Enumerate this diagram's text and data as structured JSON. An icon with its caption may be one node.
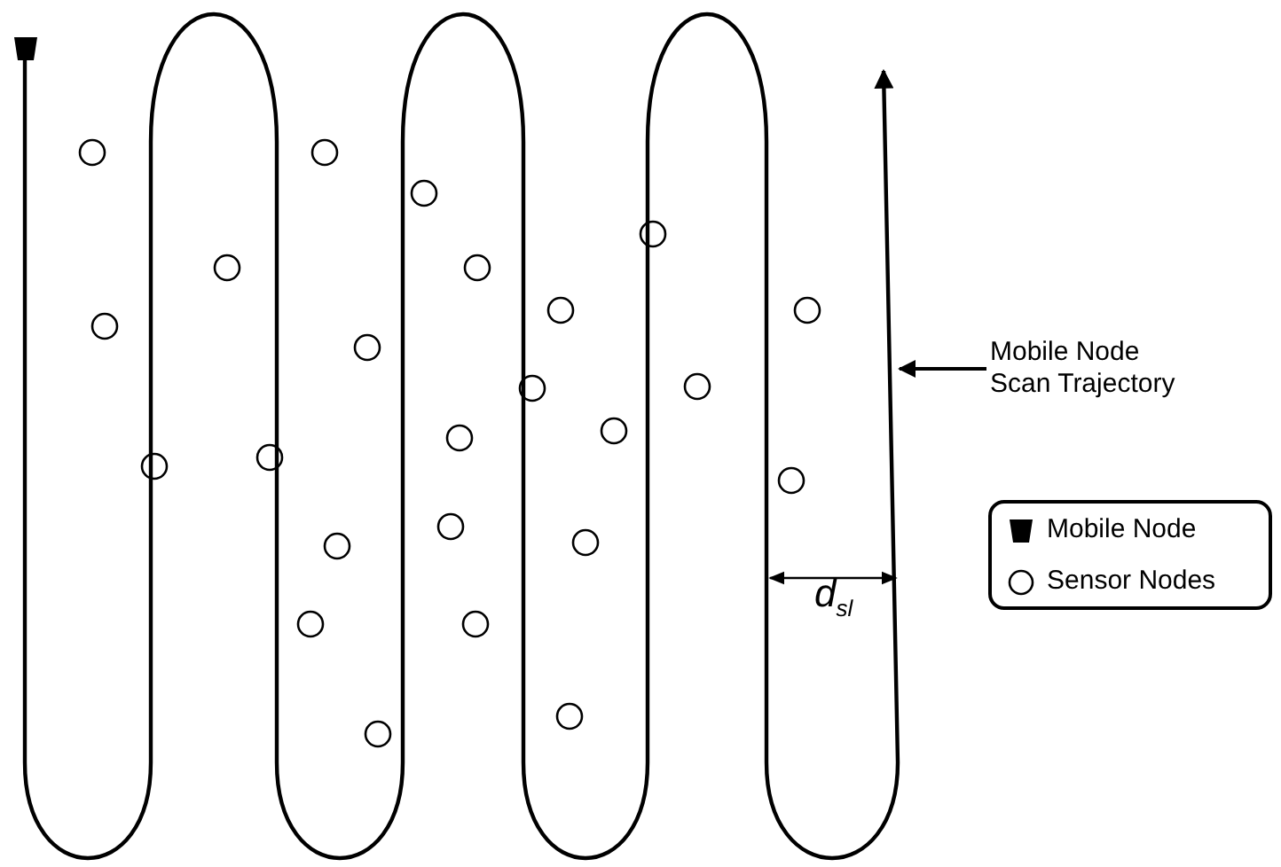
{
  "diagram": {
    "nodes": [
      {
        "text": [
          "Mobile Node Scan Trajectory"
        ]
      },
      {
        "text": [],
        "shape": "line"
      }
    ],
    "edges": [
      {
        "from": 0,
        "to": 1,
        "arrow": "to"
      }
    ],
    "labels": [
      "d$_{sl}$"
    ],
    "legend": [
      {
        "text": "Mobile Node"
      },
      {
        "text": "Sensor Nodes"
      }
    ]
  }
}
